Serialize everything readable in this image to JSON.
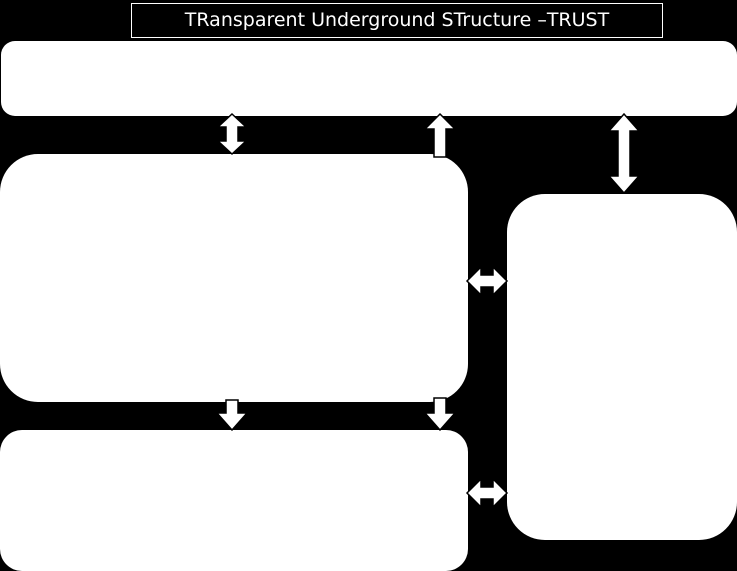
{
  "diagram": {
    "title": "TRansparent Underground STructure –TRUST",
    "colors": {
      "background": "#000000",
      "panel_fill": "#ffffff",
      "title_text": "#ffffff",
      "title_border": "#ffffff"
    },
    "panels": [
      {
        "id": "top-bar"
      },
      {
        "id": "left-main"
      },
      {
        "id": "right-column"
      },
      {
        "id": "left-bottom"
      }
    ],
    "connectors": [
      {
        "from": "top-bar",
        "to": "left-main",
        "direction": "bidirectional"
      },
      {
        "from": "left-main",
        "to": "top-bar",
        "direction": "up"
      },
      {
        "from": "top-bar",
        "to": "right-column",
        "direction": "bidirectional"
      },
      {
        "from": "left-main",
        "to": "right-column",
        "direction": "bidirectional"
      },
      {
        "from": "left-main",
        "to": "left-bottom",
        "direction": "down"
      },
      {
        "from": "left-main",
        "to": "left-bottom",
        "direction": "down"
      },
      {
        "from": "left-bottom",
        "to": "right-column",
        "direction": "bidirectional"
      }
    ]
  }
}
